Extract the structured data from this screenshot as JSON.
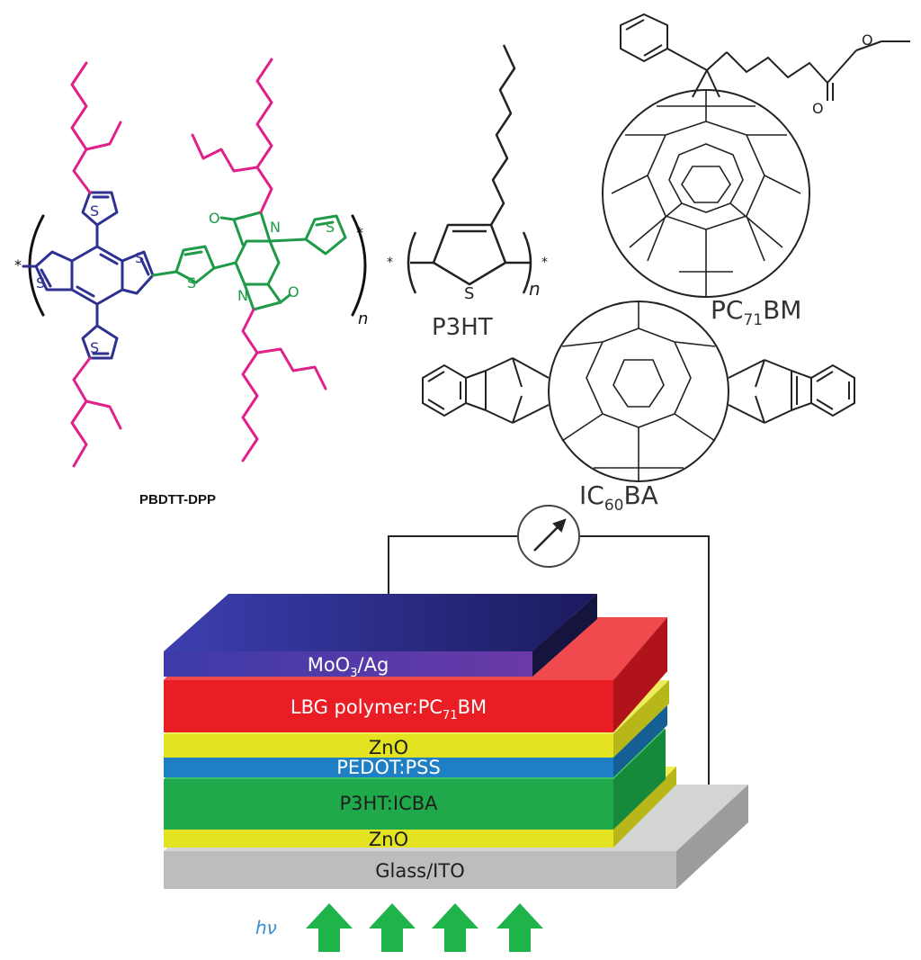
{
  "molecules": {
    "polymer_name": "PBDTT-DPP",
    "p3ht_name": "P3HT",
    "pc71bm": {
      "prefix": "PC",
      "sub": "71",
      "suffix": "BM"
    },
    "ic60ba": {
      "prefix": "IC",
      "sub": "60",
      "suffix": "BA"
    },
    "repeat_n": "n",
    "end_star": "*",
    "sulfur": "S",
    "nitrogen": "N",
    "oxygen": "O"
  },
  "device": {
    "top_electrode": {
      "main": "MoO",
      "sub": "3",
      "tail": "/Ag"
    },
    "active_top": {
      "main": "LBG polymer:PC",
      "sub": "71",
      "tail": "BM"
    },
    "zno_top": "ZnO",
    "pedot": "PEDOT:PSS",
    "active_bottom": "P3HT:ICBA",
    "zno_bottom": "ZnO",
    "substrate": "Glass/ITO",
    "illumination": "hν"
  },
  "colors": {
    "polymer_core": "#2e3192",
    "polymer_acceptor": "#1f9a48",
    "alkyl_chain": "#e0218a",
    "layer_blue": "#3b3a9e",
    "layer_red": "#ea1c24",
    "layer_yellow": "#e3e322",
    "layer_pedot": "#1f7fc4",
    "layer_green": "#20a94a",
    "layer_glass": "#bdbdbd",
    "arrow_green": "#1fb44a",
    "hv_text": "#3b8fd1"
  }
}
